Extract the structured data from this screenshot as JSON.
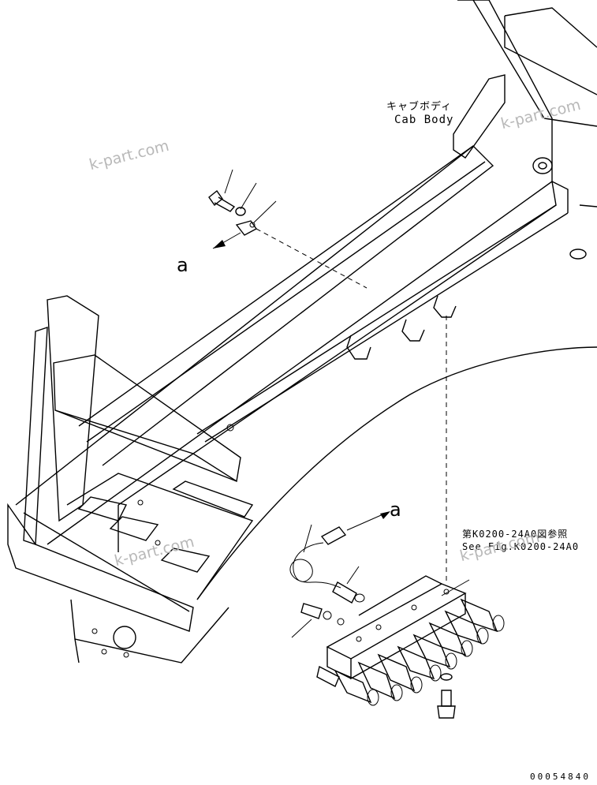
{
  "labels": {
    "cab_body_jp": "キャブボディ",
    "cab_body_en": "Cab Body",
    "view_a_upper": "a",
    "view_a_lower": "a",
    "ref_jp": "第K0200-24A0図参照",
    "ref_en": "See Fig.K0200-24A0",
    "drawing_number": "00054840"
  },
  "watermarks": [
    "k-part.com",
    "k-part.com",
    "k-part.com",
    "k-part.com"
  ]
}
